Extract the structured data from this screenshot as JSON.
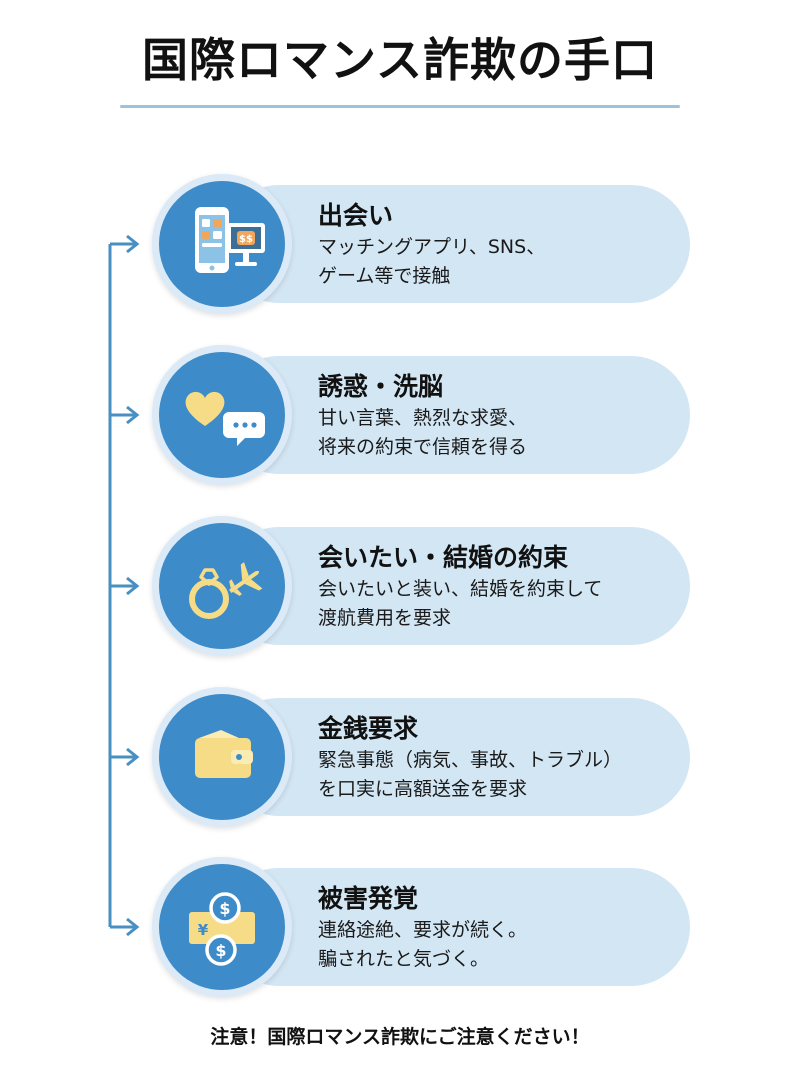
{
  "title": "国際ロマンス詐欺の手口",
  "steps": [
    {
      "title": "出会い",
      "lines": [
        "マッチングアプリ、SNS、",
        "ゲーム等で接触"
      ],
      "icon": "smartphone-monitor-icon",
      "badge": "$$"
    },
    {
      "title": "誘惑・洗脳",
      "lines": [
        "甘い言葉、熱烈な求愛、",
        "将来の約束で信頼を得る"
      ],
      "icon": "heart-chat-icon"
    },
    {
      "title": "会いたい・結婚の約束",
      "lines": [
        "会いたいと装い、結婚を約束して",
        "渡航費用を要求"
      ],
      "icon": "ring-airplane-icon"
    },
    {
      "title": "金銭要求",
      "lines": [
        "緊急事態（病気、事故、トラブル）",
        "を口実に高額送金を要求"
      ],
      "icon": "wallet-icon"
    },
    {
      "title": "被害発覚",
      "lines": [
        "連絡途絶、要求が続く。",
        "騙されたと気づく。"
      ],
      "icon": "money-coins-icon",
      "currency": [
        "$",
        "¥",
        "$"
      ]
    }
  ],
  "footer": "注意！国際ロマンス詐欺にご注意ください！",
  "colors": {
    "circle": "#3d8bc8",
    "card": "#d3e6f4",
    "connector": "#4a8fc2",
    "icon_yellow": "#f6dc86",
    "rule": "#9cc3db"
  }
}
